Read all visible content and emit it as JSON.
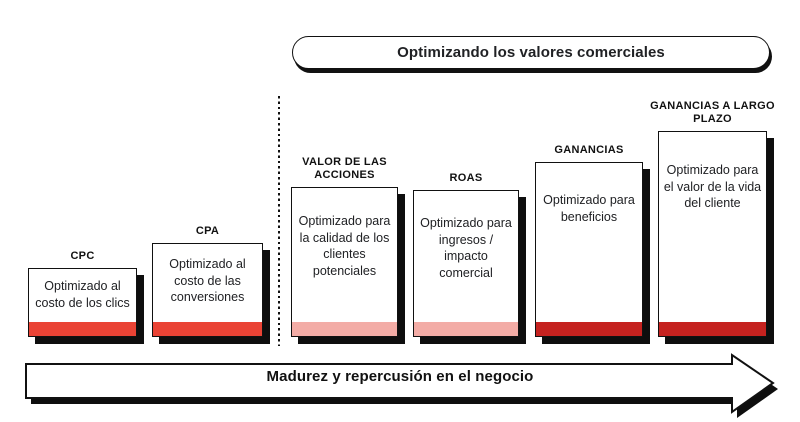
{
  "header": {
    "pill_label": "Optimizando los valores comerciales"
  },
  "columns": [
    {
      "label": "CPC",
      "description": "Optimizado al costo de los clics",
      "stripe_color": "#EA4335"
    },
    {
      "label": "CPA",
      "description": "Optimizado al costo de las conversiones",
      "stripe_color": "#EA4335"
    },
    {
      "label": "VALOR DE LAS ACCIONES",
      "description": "Optimizado para la calidad de los clientes potenciales",
      "stripe_color": "#F3ACA6"
    },
    {
      "label": "ROAS",
      "description": "Optimizado para ingresos / impacto comercial",
      "stripe_color": "#F3ACA6"
    },
    {
      "label": "GANANCIAS",
      "description": "Optimizado para beneficios",
      "stripe_color": "#C5221F"
    },
    {
      "label": "GANANCIAS A LARGO PLAZO",
      "description": "Optimizado para el valor de la vida del cliente",
      "stripe_color": "#C5221F"
    }
  ],
  "arrow": {
    "label": "Madurez y repercusión en el negocio"
  },
  "colors": {
    "bright_red": "#EA4335",
    "pink": "#F3ACA6",
    "dark_red": "#C5221F",
    "outline": "#111111",
    "text": "#202124"
  }
}
